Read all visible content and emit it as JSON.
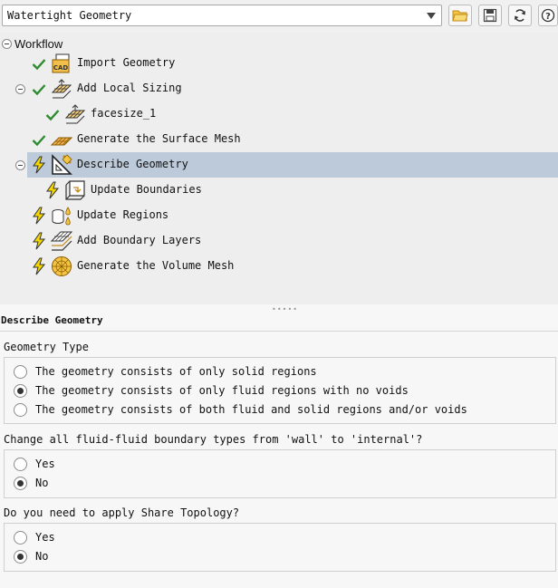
{
  "toolbar": {
    "workflow_select_value": "Watertight Geometry",
    "buttons": [
      {
        "name": "open-folder-icon",
        "glyph": "folder"
      },
      {
        "name": "save-icon",
        "glyph": "save"
      },
      {
        "name": "refresh-icon",
        "glyph": "refresh"
      },
      {
        "name": "help-icon",
        "glyph": "?"
      }
    ]
  },
  "tree": {
    "root_label": "Workflow",
    "items": [
      {
        "label": "Import Geometry",
        "status": "done",
        "icon": "cad-icon"
      },
      {
        "label": "Add Local Sizing",
        "status": "done",
        "icon": "mesh-sizing-icon"
      },
      {
        "label": "facesize_1",
        "status": "done",
        "icon": "mesh-sizing-icon"
      },
      {
        "label": "Generate the Surface Mesh",
        "status": "done",
        "icon": "surface-mesh-icon"
      },
      {
        "label": "Describe Geometry",
        "status": "pending",
        "icon": "geometry-icon"
      },
      {
        "label": "Update Boundaries",
        "status": "pending",
        "icon": "boundary-icon"
      },
      {
        "label": "Update Regions",
        "status": "pending",
        "icon": "regions-icon"
      },
      {
        "label": "Add Boundary Layers",
        "status": "pending",
        "icon": "boundary-layers-icon"
      },
      {
        "label": "Generate the Volume Mesh",
        "status": "pending",
        "icon": "volume-mesh-icon"
      }
    ]
  },
  "panel": {
    "title": "Describe Geometry",
    "geometry_type": {
      "label": "Geometry Type",
      "options": [
        "The geometry consists of only solid regions",
        "The geometry consists of only fluid regions with no voids",
        "The geometry consists of both fluid and solid regions and/or voids"
      ],
      "selected": 1
    },
    "fluid_boundary": {
      "question": "Change all fluid-fluid boundary types from 'wall' to 'internal'?",
      "options": [
        "Yes",
        "No"
      ],
      "selected": 1
    },
    "share_topology": {
      "question": "Do you need to apply Share Topology?",
      "options": [
        "Yes",
        "No"
      ],
      "selected": 1
    }
  },
  "colors": {
    "check": "#2e8b2e",
    "bolt_fill": "#f5d800",
    "selected_row": "#bccad9"
  }
}
